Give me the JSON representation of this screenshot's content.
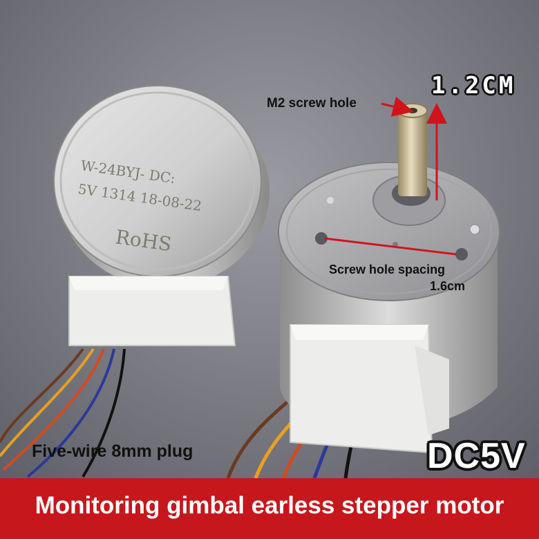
{
  "motor_left": {
    "model_text": "W-24BYJ-    DC:",
    "spec_text": "5V 1314 18-08-22",
    "cert_text": "RoHS"
  },
  "annotations": {
    "screw_hole": "M2 screw hole",
    "shaft_length": "1.2CM",
    "spacing_line1": "Screw hole spacing",
    "spacing_line2": "1.6cm",
    "wire_plug": "Five-wire 8mm plug",
    "voltage": "DC5V"
  },
  "banner": {
    "text": "Monitoring gimbal earless stepper motor"
  },
  "colors": {
    "banner_red": "#c6171d",
    "arrow_red": "#d0141c",
    "background_gray": "#7c7c84",
    "metal": "#c9c9c9"
  }
}
